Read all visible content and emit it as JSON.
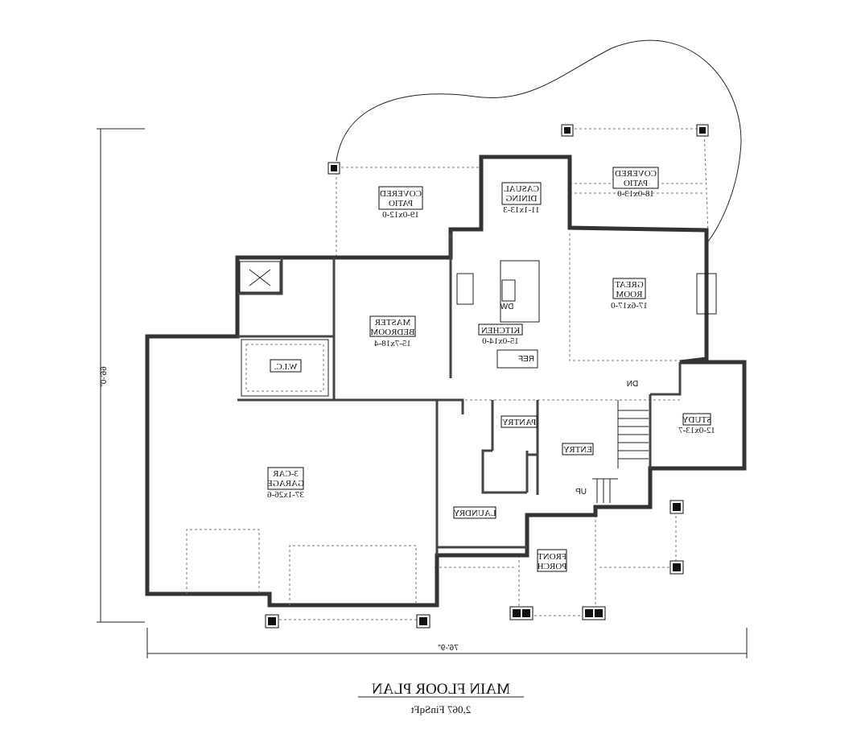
{
  "plan": {
    "title": "MAIN FLOOR PLAN",
    "subtitle": "2,067 FinSqFt",
    "width_dimension": "76'-9\"",
    "depth_dimension": "66'-0\"",
    "text_mirrored": true
  },
  "rooms": [
    {
      "name": "COVERED",
      "name2": "PATIO",
      "size": "19-0x12-0"
    },
    {
      "name": "CASUAL",
      "name2": "DINING",
      "size": "11-1x13-3"
    },
    {
      "name": "COVERED",
      "name2": "PATIO",
      "size": "18-0x13-0"
    },
    {
      "name": "GREAT",
      "name2": "ROOM",
      "size": "17-6x17-0"
    },
    {
      "name": "MASTER",
      "name2": "BEDROOM",
      "size": "15-7x18-4"
    },
    {
      "name": "KITCHEN",
      "size": "15-0x14-0"
    },
    {
      "name": "W.I.C."
    },
    {
      "name": "PANTRY"
    },
    {
      "name": "ENTRY"
    },
    {
      "name": "STUDY",
      "size": "12-0x13-7"
    },
    {
      "name": "3-CAR",
      "name2": "GARAGE",
      "size": "37-1x26-6"
    },
    {
      "name": "LAUNDRY"
    },
    {
      "name": "FRONT",
      "name2": "PORCH"
    }
  ],
  "fixtures": {
    "dishwasher": "DW",
    "refrigerator": "REF",
    "stair_down": "DN",
    "stair_up": "UP"
  }
}
